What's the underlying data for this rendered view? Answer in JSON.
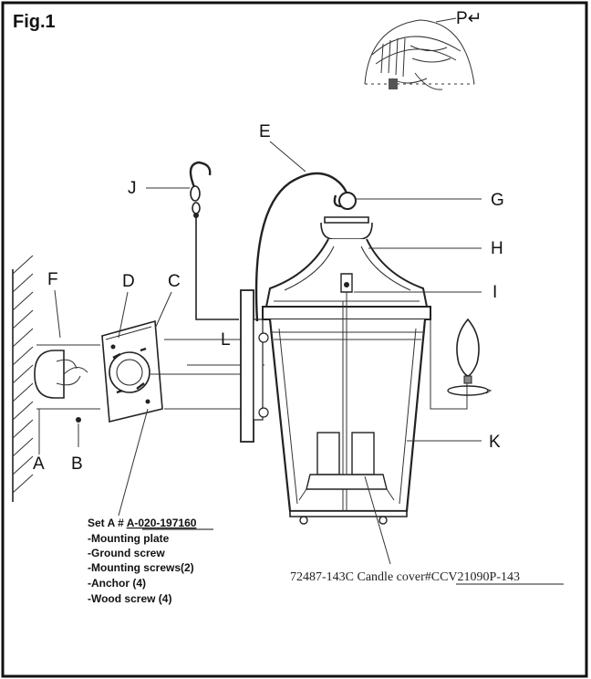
{
  "figure": {
    "title": "Fig.1"
  },
  "labels": {
    "A": "A",
    "B": "B",
    "C": "C",
    "D": "D",
    "E": "E",
    "F": "F",
    "G": "G",
    "H": "H",
    "I": "I",
    "J": "J",
    "K": "K",
    "L": "L",
    "P": "P↵"
  },
  "set_a": {
    "heading_prefix": "Set A # ",
    "heading_code": "A-020-197160",
    "items": [
      "-Mounting plate",
      "-Ground screw",
      "-Mounting screws(2)",
      "-Anchor (4)",
      "-Wood screw (4)"
    ]
  },
  "footer": {
    "model_text": "72487-143C Candle cover#",
    "cover_code": "CCV21090P-143"
  }
}
